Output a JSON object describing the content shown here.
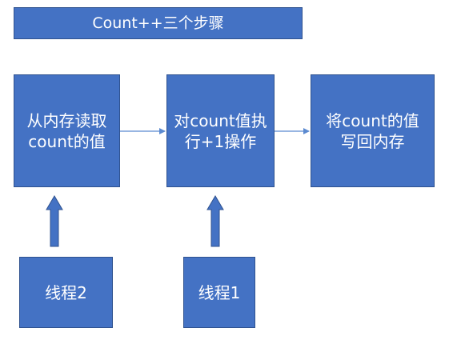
{
  "title": "Count++三个步骤",
  "steps": [
    {
      "label": "从内存读取\ncount的值"
    },
    {
      "label": "对count值执\n行+1操作"
    },
    {
      "label": "将count的值\n写回内存"
    }
  ],
  "threads": [
    {
      "label": "线程2"
    },
    {
      "label": "线程1"
    }
  ],
  "colors": {
    "box_fill": "#4472c4",
    "box_border": "#2f528f",
    "text": "#ffffff",
    "connector": "#5b8ad0"
  }
}
